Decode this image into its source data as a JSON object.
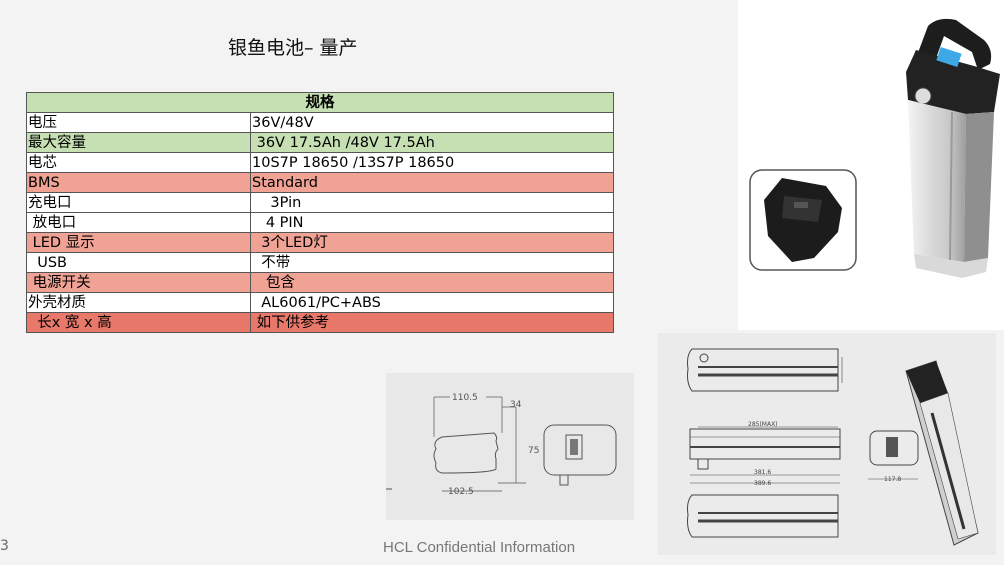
{
  "title": "银鱼电池– 量产",
  "table": {
    "header": "规格",
    "rows": [
      {
        "label": "电压",
        "value": "36V/48V",
        "bg": "#ffffff",
        "tall": false
      },
      {
        "label": "最大容量",
        "value": " 36V 17.5Ah /48V 17.5Ah",
        "bg": "#c6e0b4",
        "tall": true
      },
      {
        "label": "电芯",
        "value": "10S7P 18650 /13S7P 18650",
        "bg": "#ffffff",
        "tall": false
      },
      {
        "label": "BMS",
        "value": "Standard",
        "bg": "#f0a394",
        "tall": false
      },
      {
        "label": "充电口",
        "value": "    3Pin",
        "bg": "#ffffff",
        "tall": false
      },
      {
        "label": " 放电口",
        "value": "   4 PIN",
        "bg": "#ffffff",
        "tall": false
      },
      {
        "label": " LED 显示",
        "value": "  3个LED灯",
        "bg": "#f0a394",
        "tall": false
      },
      {
        "label": "  USB",
        "value": "  不带",
        "bg": "#ffffff",
        "tall": false
      },
      {
        "label": " 电源开关",
        "value": "   包含",
        "bg": "#f0a394",
        "tall": false
      },
      {
        "label": "外壳材质",
        "value": "  AL6061/PC+ABS",
        "bg": "#ffffff",
        "tall": false
      },
      {
        "label": "  长x 宽 x 高",
        "value": " 如下供参考",
        "bg": "#e8786a",
        "tall": false
      }
    ]
  },
  "drawing_small": {
    "dim_top": "110.5",
    "dim_side": "34",
    "dim_height": "75",
    "dim_bottom": "102.5"
  },
  "drawing_large": {
    "dim_1": "285(MAX)",
    "dim_2": "381.6",
    "dim_3": "389.6",
    "dim_4": "117.8"
  },
  "footer": {
    "page_number": "3",
    "text": "HCL  Confidential Information"
  }
}
